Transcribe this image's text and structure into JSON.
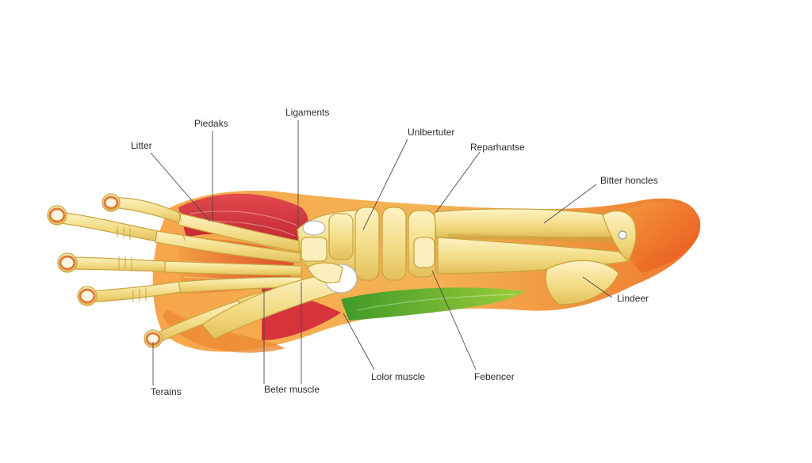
{
  "diagram": {
    "labels": {
      "litter": "Litter",
      "piedaks": "Piedaks",
      "ligaments": "Ligaments",
      "unlbertuter": "Unlbertuter",
      "reparhantse": "Reparhantse",
      "bitter_honcles": "Bitter honcles",
      "lindeer": "Lindeer",
      "terains": "Terains",
      "beter_muscle": "Beter muscle",
      "lolor_muscle": "Lolor muscle",
      "febencer": "Febencer"
    },
    "colors": {
      "bone": "#f3dc86",
      "bone_highlight": "#fbf0bd",
      "bone_outline": "#c9a441",
      "muscle_red": "#d8323c",
      "muscle_orange": "#ef7d2c",
      "muscle_green": "#5fae2b",
      "skin_orange": "#ee6f22",
      "leader_line": "#4a4a4a"
    }
  }
}
